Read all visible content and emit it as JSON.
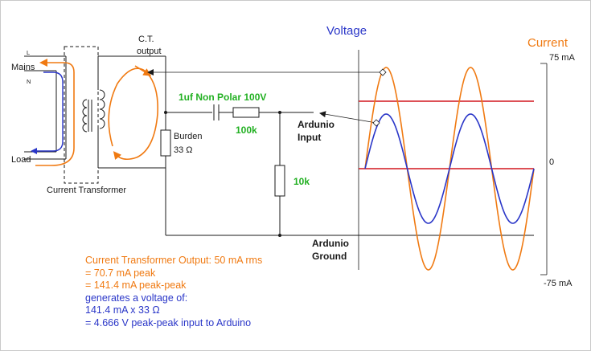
{
  "labels": {
    "voltage_title": "Voltage",
    "current_title": "Current",
    "max_current": "75 mA",
    "zero": "0",
    "min_current": "-75 mA",
    "ct_output_line1": "C.T.",
    "ct_output_line2": "output",
    "line_L": "L",
    "mains": "Mains",
    "line_N": "N",
    "load": "Load",
    "current_transformer": "Current Transformer",
    "burden_line1": "Burden",
    "burden_line2": "33 Ω",
    "capacitor": "1uf Non Polar 100V",
    "r_100k": "100k",
    "r_10k": "10k",
    "arduino_input_line1": "Ardunio",
    "arduino_input_line2": "Input",
    "arduino_ground_line1": "Ardunio",
    "arduino_ground_line2": "Ground"
  },
  "notes": {
    "line1": "Current Transformer Output: 50 mA rms",
    "line2": "= 70.7 mA peak",
    "line3": "= 141.4 mA peak-peak",
    "line4": "generates a voltage of:",
    "line5": "141.4 mA x 33 Ω",
    "line6": "= 4.666 V peak-peak input to Arduino"
  },
  "colors": {
    "voltage": "#2a36c8",
    "current": "#f07a12",
    "threshold": "#d2161e",
    "component_label": "#22b022",
    "wire": "#1a1a1a"
  }
}
